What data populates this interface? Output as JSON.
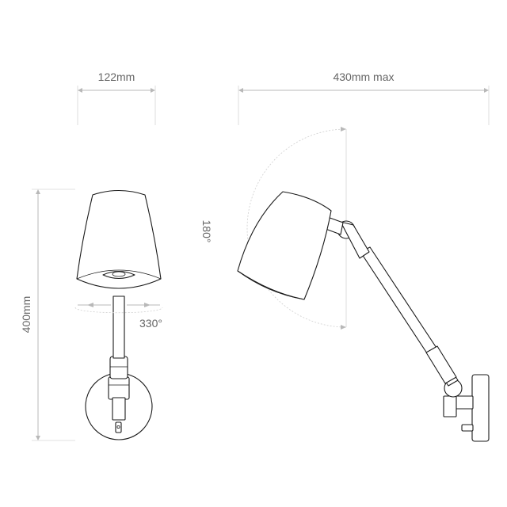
{
  "dimensions": {
    "shade_width": "122mm",
    "max_reach": "430mm max",
    "total_height": "400mm",
    "swivel_angle": "330°",
    "tilt_angle": "180°"
  },
  "colors": {
    "line": "#1a1a1a",
    "dimension": "#b8b8b8",
    "text": "#666666"
  }
}
